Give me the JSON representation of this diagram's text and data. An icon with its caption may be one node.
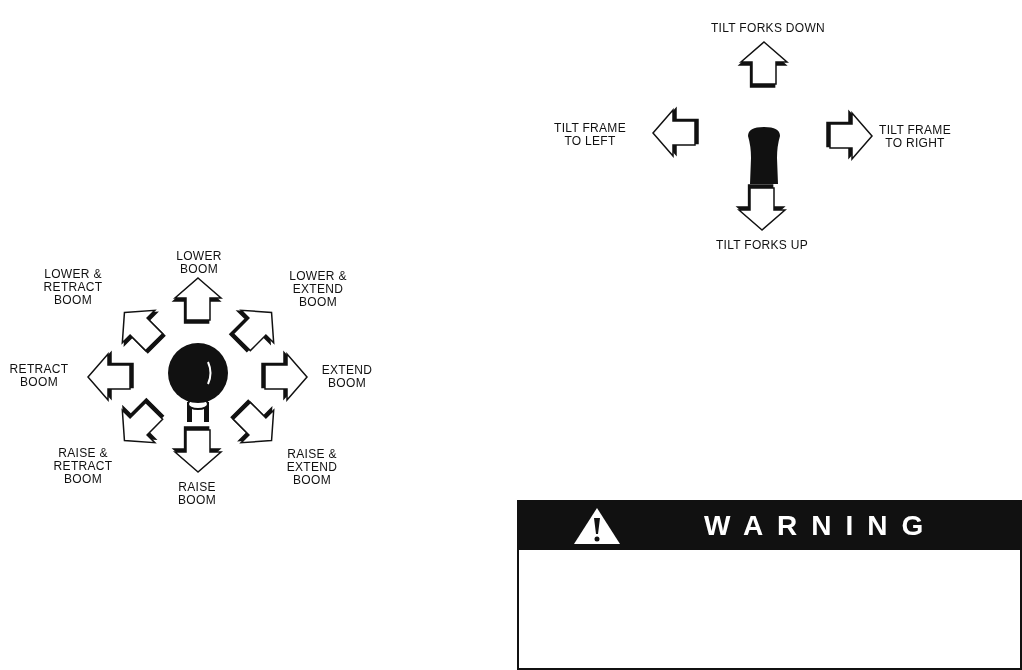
{
  "diagram": {
    "nodes": [
      {
        "text": [
          "WARNING"
        ]
      }
    ],
    "labels": [
      "TILT FORKS DOWN",
      "TILT FRAME TO LEFT",
      "TILT FRAME TO RIGHT",
      "TILT FORKS UP",
      "LOWER BOOM",
      "LOWER & RETRACT BOOM",
      "LOWER & EXTEND BOOM",
      "RETRACT BOOM",
      "EXTEND BOOM",
      "RAISE & RETRACT BOOM",
      "RAISE & EXTEND BOOM",
      "RAISE BOOM"
    ]
  }
}
